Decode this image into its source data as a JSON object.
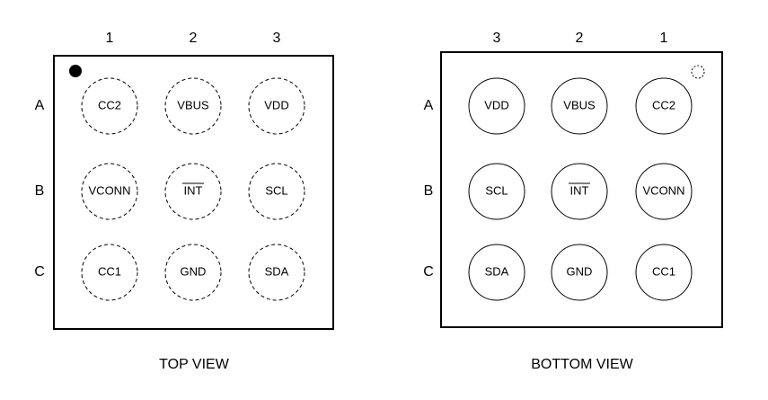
{
  "views": [
    {
      "id": "top",
      "caption": "TOP VIEW",
      "columns": [
        "1",
        "2",
        "3"
      ],
      "rows": [
        "A",
        "B",
        "C"
      ],
      "pin_style": "dashed",
      "pin1_marker": "filled-dot",
      "pins": [
        [
          "CC2",
          "VBUS",
          "VDD"
        ],
        [
          "VCONN",
          "INT",
          "SCL"
        ],
        [
          "CC1",
          "GND",
          "SDA"
        ]
      ]
    },
    {
      "id": "bottom",
      "caption": "BOTTOM VIEW",
      "columns": [
        "3",
        "2",
        "1"
      ],
      "rows": [
        "A",
        "B",
        "C"
      ],
      "pin_style": "solid",
      "pin1_marker": "dashed-hollow-dot",
      "pins": [
        [
          "VDD",
          "VBUS",
          "CC2"
        ],
        [
          "SCL",
          "INT",
          "VCONN"
        ],
        [
          "SDA",
          "GND",
          "CC1"
        ]
      ]
    }
  ],
  "overlined_pins": [
    "INT"
  ]
}
